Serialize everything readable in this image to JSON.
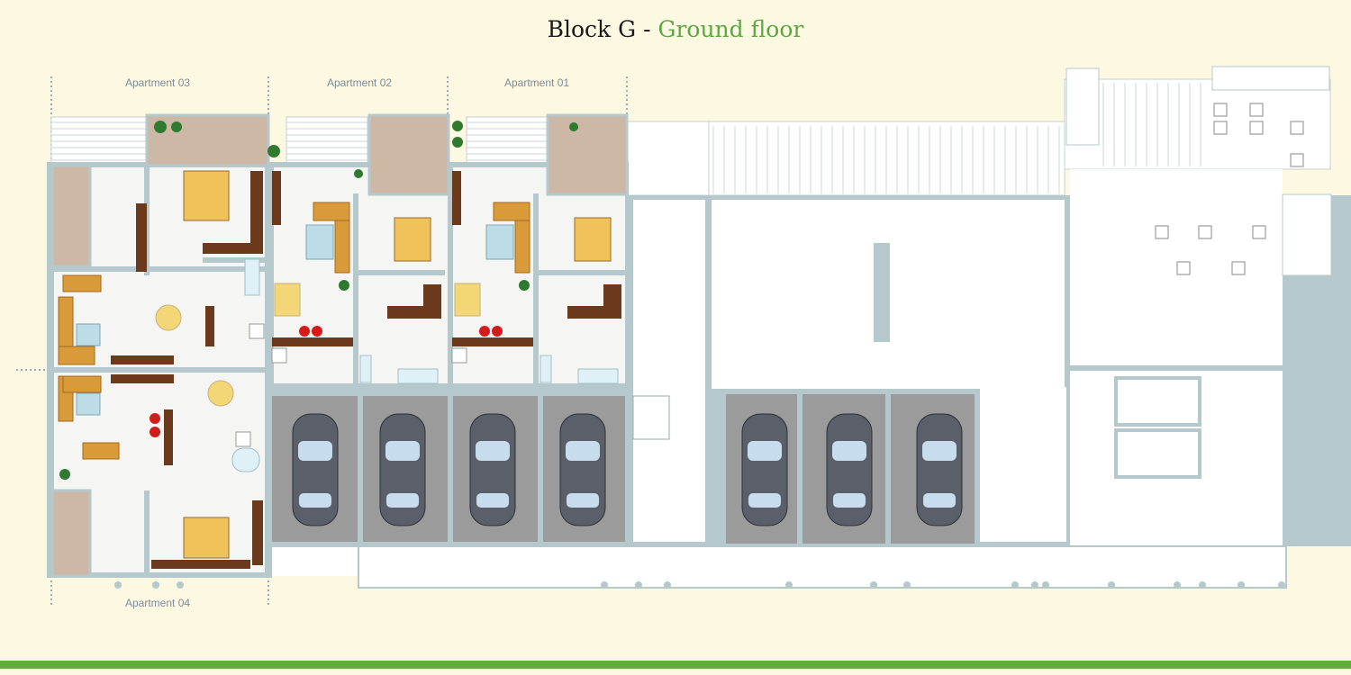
{
  "title": {
    "block": "Block G",
    "separator": " - ",
    "floor": "Ground floor"
  },
  "apartments": [
    {
      "label": "Apartment 03"
    },
    {
      "label": "Apartment 02"
    },
    {
      "label": "Apartment 01"
    },
    {
      "label": "Apartment 04"
    }
  ],
  "colors": {
    "background": "#fdf8e2",
    "wall": "#b5c8cb",
    "floor": "#f5f5f3",
    "terrace": "#cdb8a6",
    "parking": "#9b9b9b",
    "accent_green": "#5ea645",
    "wood": "#6b3a1c",
    "sofa": "#d99a3a",
    "bed": "#f0c35a"
  }
}
